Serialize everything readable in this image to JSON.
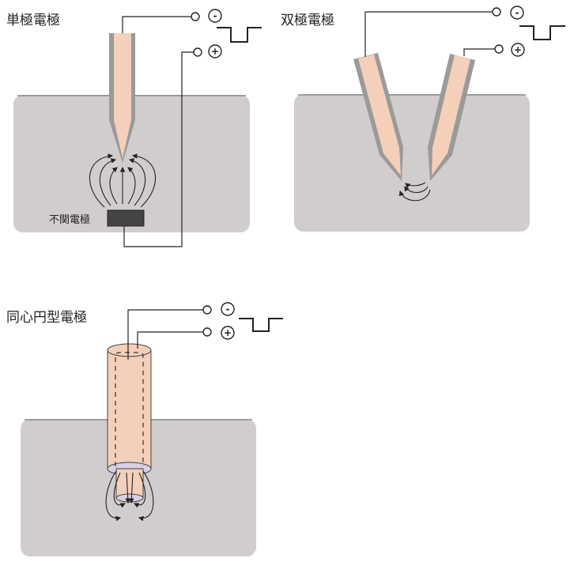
{
  "panels": {
    "monopolar": {
      "title": "単極電極",
      "reference_label": "不関電極",
      "minus": "-",
      "plus": "+"
    },
    "bipolar": {
      "title": "双極電極",
      "minus": "-",
      "plus": "+"
    },
    "concentric": {
      "title": "同心円型電極",
      "minus": "-",
      "plus": "+"
    }
  },
  "colors": {
    "tissue": "#d2cdcd",
    "electrode": "#f4cfba",
    "electrode_edge": "#9a9a9a",
    "reference": "#444444"
  }
}
